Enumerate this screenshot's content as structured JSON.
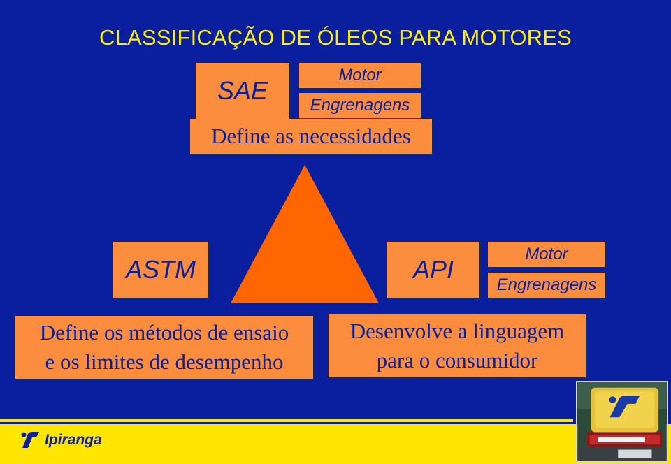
{
  "page": {
    "title": "CLASSIFICAÇÃO DE ÓLEOS PARA MOTORES"
  },
  "sae": {
    "label": "SAE",
    "motor": "Motor",
    "engrenagens": "Engrenagens",
    "description": "Define as necessidades"
  },
  "astm": {
    "label": "ASTM",
    "description_line1": "Define os métodos de ensaio",
    "description_line2": "e os limites de desempenho"
  },
  "api": {
    "label": "API",
    "motor": "Motor",
    "engrenagens": "Engrenagens",
    "description_line1": "Desenvolve a linguagem",
    "description_line2": "para o consumidor"
  },
  "footer": {
    "logo_text": "Ipiranga"
  },
  "colors": {
    "background": "#0a1f9e",
    "title": "#ffef00",
    "box": "#fb8d3c",
    "triangle": "#ff6600",
    "footer": "#ffe500"
  }
}
